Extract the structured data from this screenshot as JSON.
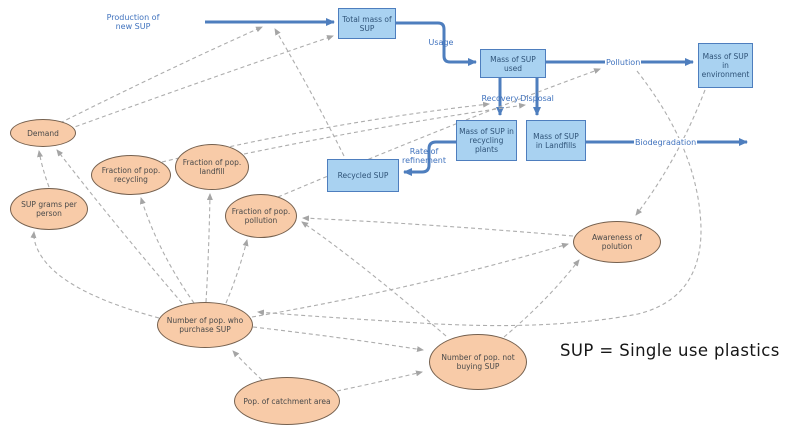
{
  "diagram": {
    "note": "SUP = Single use plastics",
    "colors": {
      "stock_fill": "#A9D2F1",
      "stock_border": "#4E7EBE",
      "stock_text": "#2F5378",
      "flow_pipe": "#4E7EBE",
      "flow_label_text": "#4173BE",
      "variable_fill": "#F8CBA8",
      "variable_border": "#75604E",
      "variable_text": "#4A4A4A",
      "link_dash": "#ADADAD",
      "note_text": "#161616"
    },
    "stocks": {
      "total_mass": "Total mass of SUP",
      "sup_used": "Mass of SUP used",
      "recycling_plants": "Mass of SUP in recycling plants",
      "landfills": "Mass of SUP in Landfills",
      "environment": "Mass of SUP in environment",
      "recycled": "Recycled SUP"
    },
    "variables": {
      "demand": "Demand",
      "sup_grams": "SUP grams per person",
      "recycling_frac": "Fraction of pop. recycling",
      "landfill_frac": "Fraction of pop. landfill",
      "pollution_frac": "Fraction of pop. pollution",
      "awareness": "Awareness of polution",
      "purchase": "Number of pop. who purchase SUP",
      "not_buying": "Number of pop. not buying SUP",
      "catchment": "Pop. of catchment area"
    },
    "flows": {
      "production": "Production of new SUP",
      "usage": "Usage",
      "recovery": "Recovery",
      "disposal": "Disposal",
      "pollution": "Pollution",
      "biodegradation": "Biodegradation",
      "refinement": "Rate of refinement"
    }
  }
}
